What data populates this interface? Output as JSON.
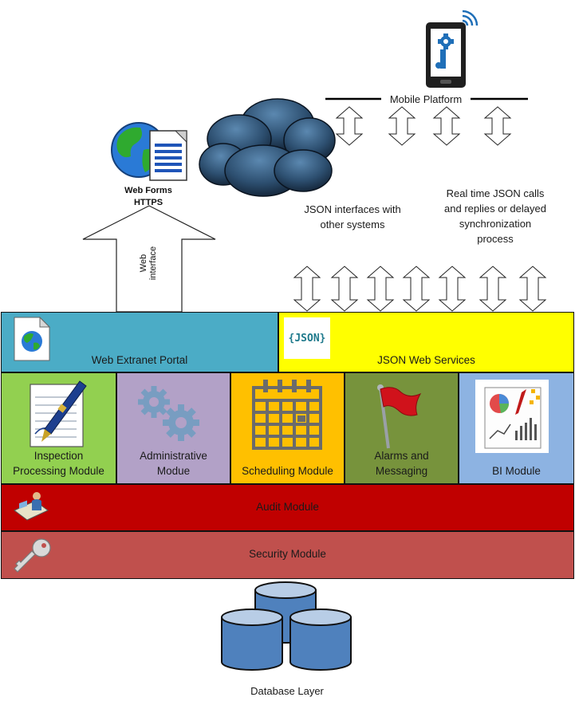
{
  "mobile": {
    "label": "Mobile Platform"
  },
  "web_forms": {
    "line1": "Web Forms",
    "line2": "HTTPS"
  },
  "web_interface": {
    "line1": "Web",
    "line2": "interface"
  },
  "json_interfaces": {
    "line1": "JSON interfaces with",
    "line2": "other systems"
  },
  "realtime": {
    "line1": "Real time JSON calls",
    "line2": "and replies or delayed",
    "line3": "synchronization",
    "line4": "process"
  },
  "json_logo_text": "{JSON}",
  "portal": {
    "label": "Web Extranet Portal",
    "color": "#4bacc6"
  },
  "json_services": {
    "label": "JSON Web Services",
    "color": "#ffff00"
  },
  "modules": [
    {
      "line1": "Inspection",
      "line2": "Processing Module",
      "color": "#92d050",
      "icon": "pen-document-icon"
    },
    {
      "line1": "Administrative",
      "line2": "Modue",
      "color": "#b2a1c7",
      "icon": "gears-icon"
    },
    {
      "line1": "",
      "line2": "Scheduling Module",
      "color": "#ffc000",
      "icon": "calendar-icon"
    },
    {
      "line1": "Alarms and",
      "line2": "Messaging",
      "color": "#77933c",
      "icon": "flag-icon"
    },
    {
      "line1": "",
      "line2": "BI Module",
      "color": "#8db3e2",
      "icon": "report-chart-icon"
    }
  ],
  "audit": {
    "label": "Audit Module",
    "color": "#c00000"
  },
  "security": {
    "label": "Security Module",
    "color": "#c0504d"
  },
  "database": {
    "label": "Database Layer",
    "color": "#4f81bd"
  }
}
